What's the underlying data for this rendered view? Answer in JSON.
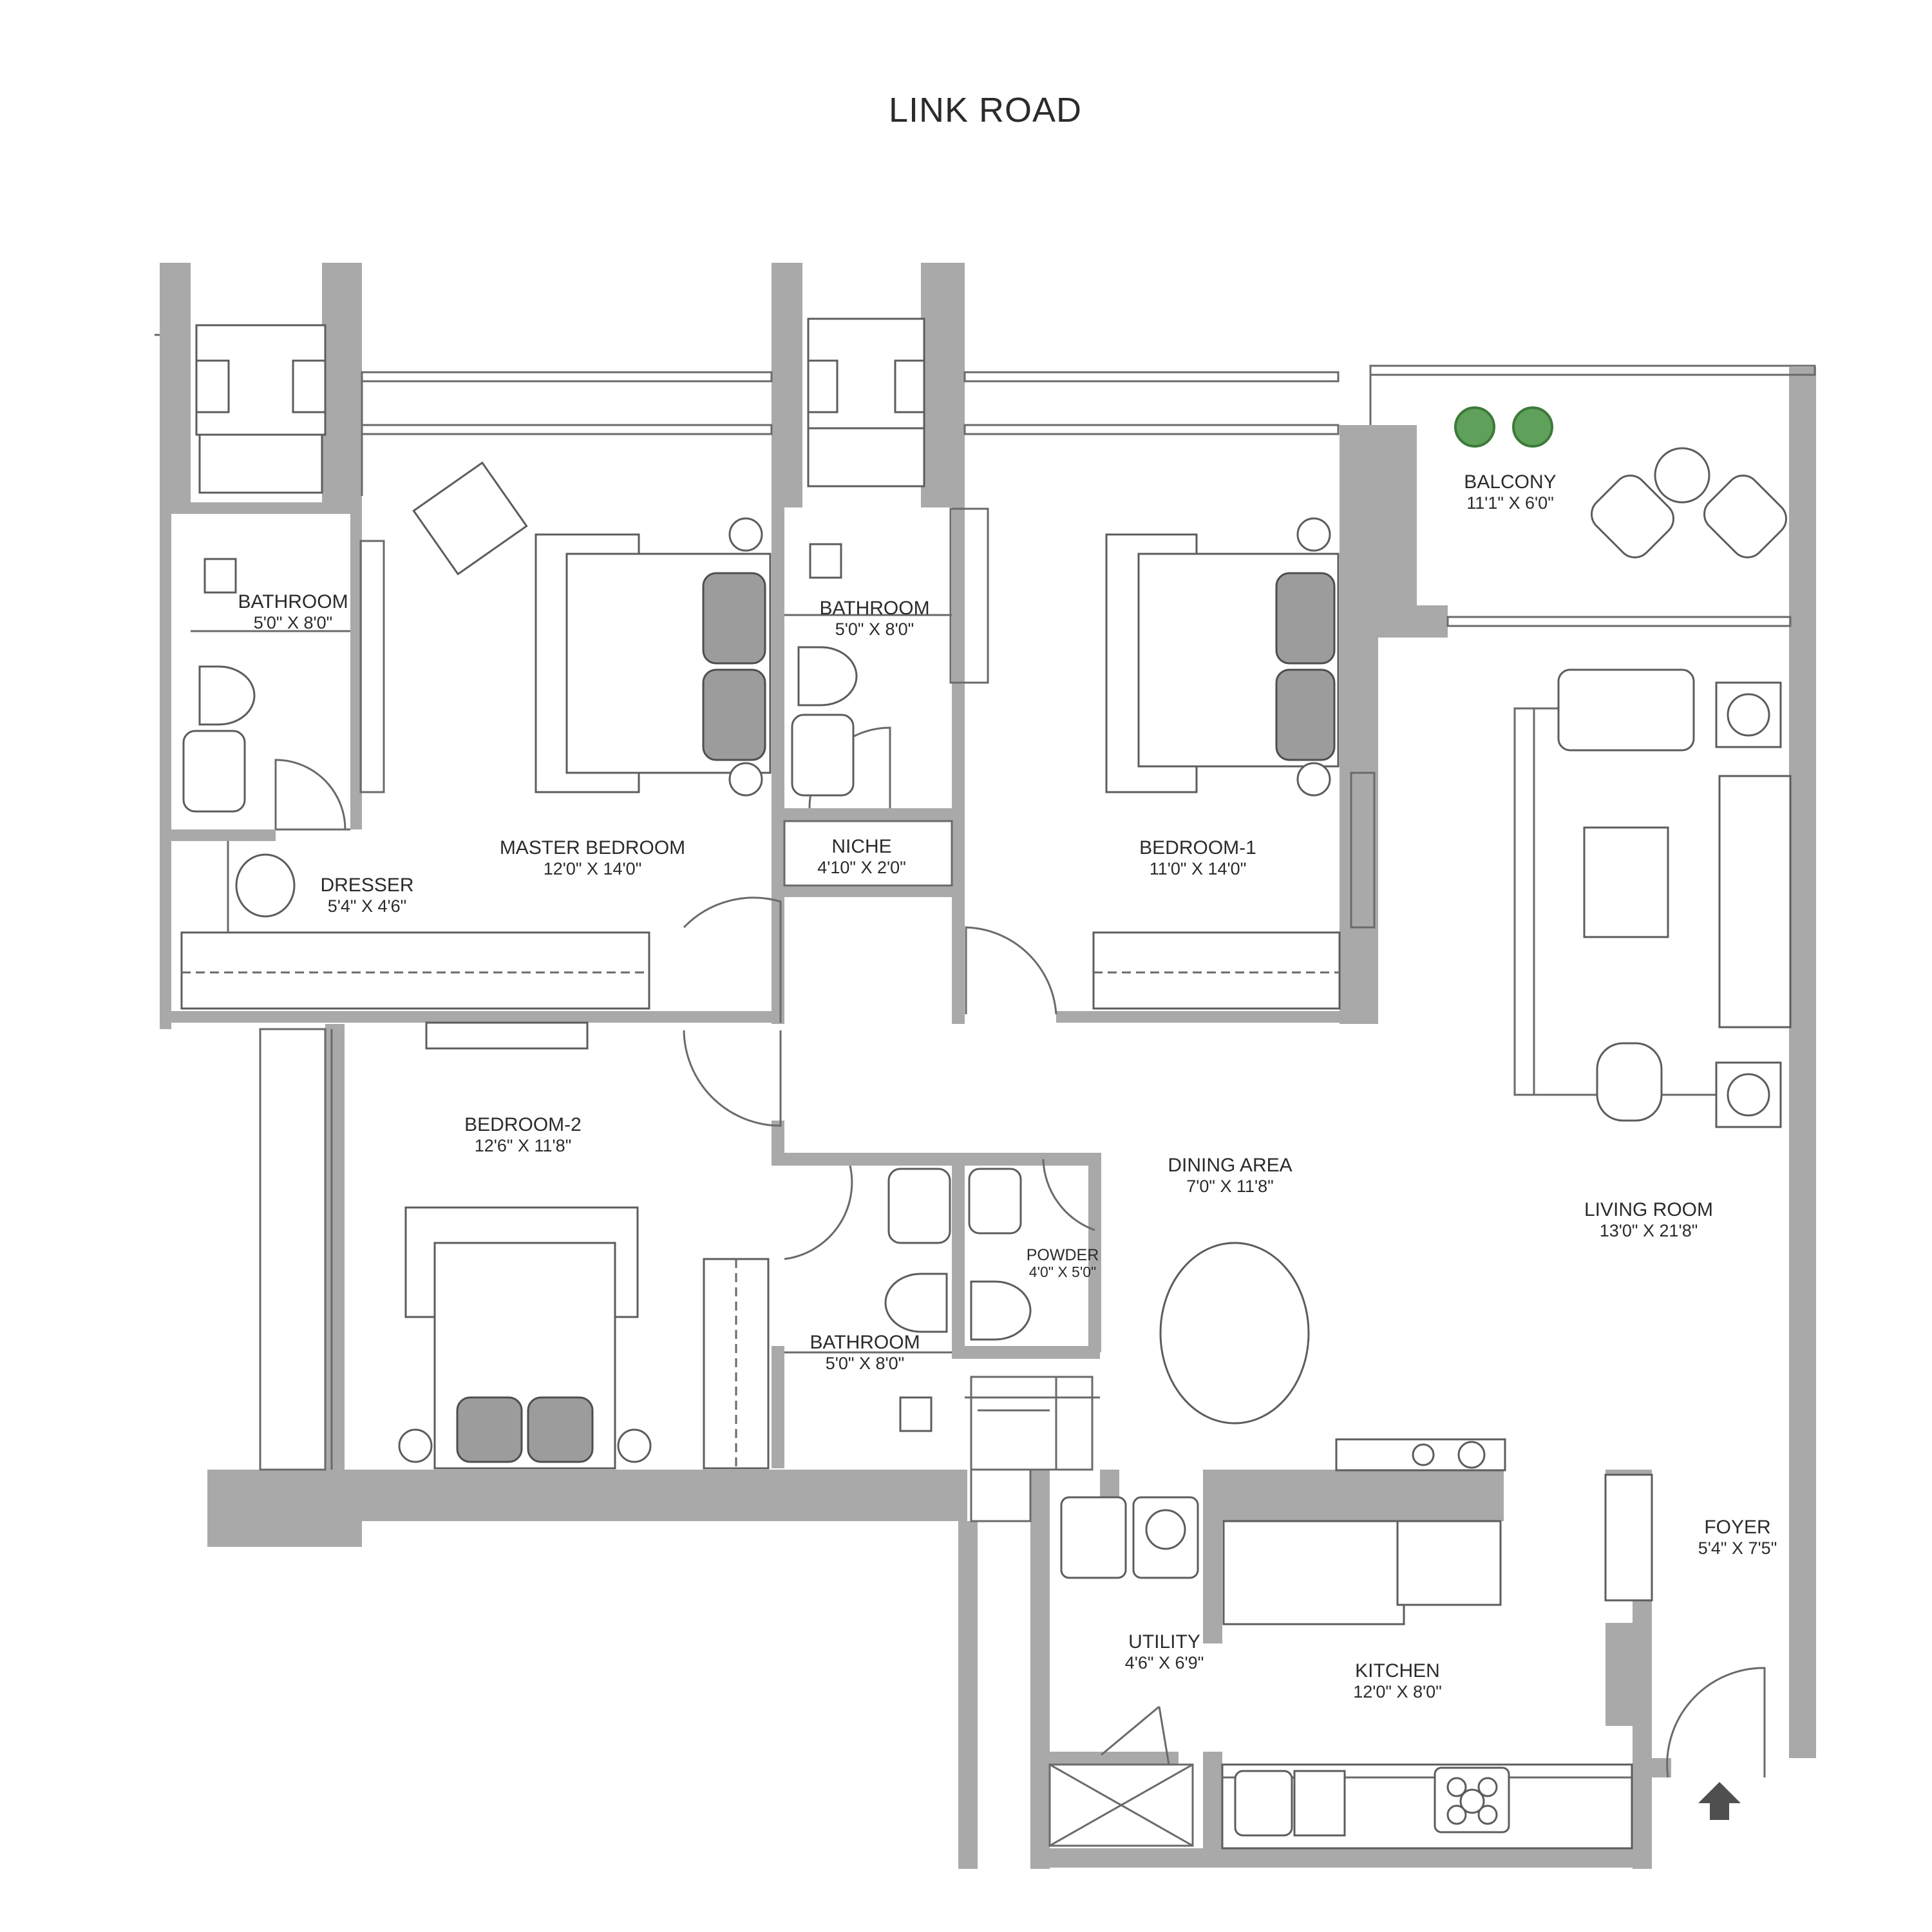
{
  "road_label": "LINK ROAD",
  "rooms": [
    {
      "id": "bathroom-master",
      "name": "BATHROOM",
      "size": "5'0\" X 8'0\""
    },
    {
      "id": "bathroom-1",
      "name": "BATHROOM",
      "size": "5'0\" X 8'0\""
    },
    {
      "id": "balcony",
      "name": "BALCONY",
      "size": "11'1\" X 6'0\""
    },
    {
      "id": "master-bedroom",
      "name": "MASTER BEDROOM",
      "size": "12'0\" X 14'0\""
    },
    {
      "id": "niche",
      "name": "NICHE",
      "size": "4'10\" X 2'0\""
    },
    {
      "id": "bedroom-1",
      "name": "BEDROOM-1",
      "size": "11'0\" X 14'0\""
    },
    {
      "id": "dresser",
      "name": "DRESSER",
      "size": "5'4\" X 4'6\""
    },
    {
      "id": "bedroom-2",
      "name": "BEDROOM-2",
      "size": "12'6\" X 11'8\""
    },
    {
      "id": "dining-area",
      "name": "DINING AREA",
      "size": "7'0\" X 11'8\""
    },
    {
      "id": "living-room",
      "name": "LIVING ROOM",
      "size": "13'0\" X 21'8\""
    },
    {
      "id": "powder",
      "name": "POWDER",
      "size": "4'0\" X 5'0\""
    },
    {
      "id": "bathroom-2",
      "name": "BATHROOM",
      "size": "5'0\" X 8'0\""
    },
    {
      "id": "foyer",
      "name": "FOYER",
      "size": "5'4\" X 7'5\""
    },
    {
      "id": "utility",
      "name": "UTILITY",
      "size": "4'6\" X 6'9\""
    },
    {
      "id": "kitchen",
      "name": "KITCHEN",
      "size": "12'0\" X 8'0\""
    }
  ],
  "icons": {
    "entry": "entry-arrow-icon",
    "plant": "plant-icon"
  },
  "colors": {
    "wall": "#aaa9aa",
    "line": "#6a6a6a",
    "text": "#2b2b2b"
  }
}
